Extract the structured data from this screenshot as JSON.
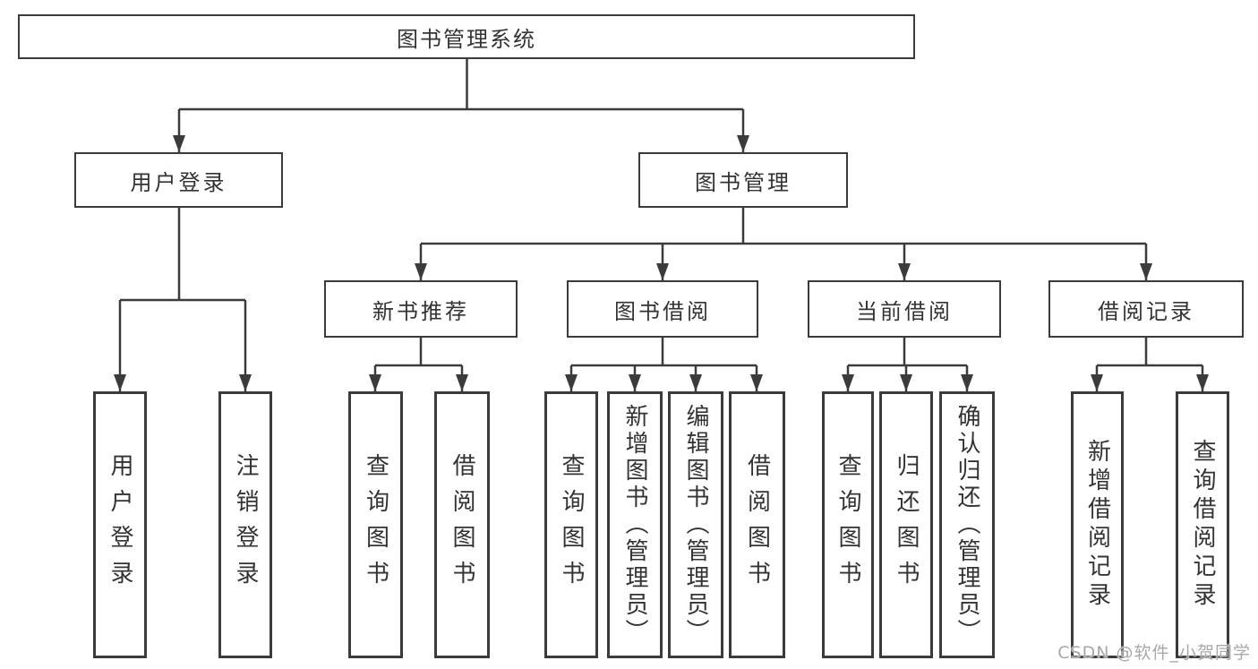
{
  "tree": {
    "root": "图书管理系统",
    "branches": [
      {
        "label": "用户登录",
        "children": [
          {
            "label": "用户登录"
          },
          {
            "label": "注销登录"
          }
        ]
      },
      {
        "label": "图书管理",
        "children": [
          {
            "label": "新书推荐",
            "children": [
              {
                "label": "查询图书"
              },
              {
                "label": "借阅图书"
              }
            ]
          },
          {
            "label": "图书借阅",
            "children": [
              {
                "label": "查询图书"
              },
              {
                "label": "新增图书（管理员）"
              },
              {
                "label": "编辑图书（管理员）"
              },
              {
                "label": "借阅图书"
              }
            ]
          },
          {
            "label": "当前借阅",
            "children": [
              {
                "label": "查询图书"
              },
              {
                "label": "归还图书"
              },
              {
                "label": "确认归还（管理员）"
              }
            ]
          },
          {
            "label": "借阅记录",
            "children": [
              {
                "label": "新增借阅记录"
              },
              {
                "label": "查询借阅记录"
              }
            ]
          }
        ]
      }
    ]
  },
  "watermark": "CSDN @软件_小贺同学",
  "colors": {
    "line": "#3b3b3b",
    "text": "#333333",
    "box_background": "#ffffff",
    "watermark": "#a8a8a8"
  }
}
